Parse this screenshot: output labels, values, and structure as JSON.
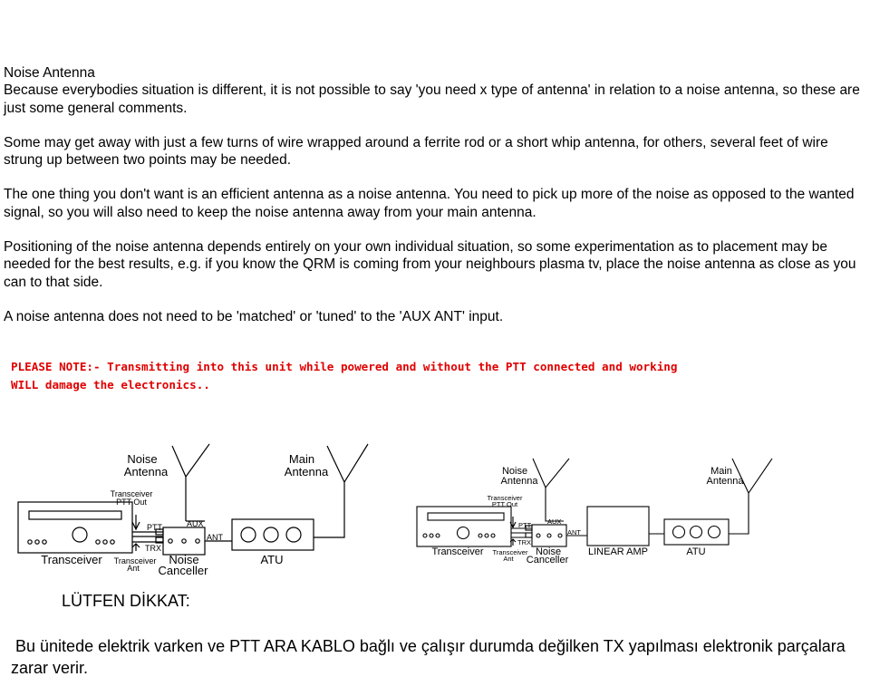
{
  "document": {
    "title": "Noise Antenna",
    "paragraphs": [
      "Because everybodies situation is different, it is not possible to say 'you need x type of antenna' in relation to a noise antenna, so these are just some general comments.",
      "Some may get away with just a few turns of wire wrapped around a ferrite rod or a short whip antenna, for others, several feet of wire strung up between two points may be needed.",
      "The one thing you don't want is an efficient antenna as a noise antenna. You need to pick up more of the noise as opposed to the wanted signal, so you will also need to keep the noise antenna away from your main antenna.",
      "Positioning of the noise antenna depends entirely on your own individual situation, so some experimentation as to placement may be needed for the best results, e.g. if you know the QRM is coming from your neighbours plasma tv, place the noise antenna as close as you can to that side.",
      "A noise antenna does not need to be 'matched' or 'tuned' to the 'AUX ANT' input."
    ]
  },
  "warning": "PLEASE NOTE:- Transmitting into this unit while powered and without the PTT connected and working WILL damage the electronics..",
  "diagram_left": {
    "noise_antenna_1": "Noise",
    "noise_antenna_2": "Antenna",
    "main_antenna_1": "Main",
    "main_antenna_2": "Antenna",
    "ptt_out_1": "Transceiver",
    "ptt_out_2": "PTT Out",
    "ptt": "PTT",
    "aux": "AUX",
    "ant": "ANT",
    "trx": "TRX",
    "transceiver": "Transceiver",
    "trx_ant_1": "Transceiver",
    "trx_ant_2": "Ant",
    "canceller_1": "Noise",
    "canceller_2": "Canceller",
    "atu": "ATU"
  },
  "diagram_right": {
    "noise_antenna_1": "Noise",
    "noise_antenna_2": "Antenna",
    "main_antenna_1": "Main",
    "main_antenna_2": "Antenna",
    "ptt_out_1": "Transceiver",
    "ptt_out_2": "PTT Out",
    "ptt": "PTT",
    "aux": "AUX",
    "ant": "ANT",
    "trx": "TRX",
    "transceiver": "Transceiver",
    "trx_ant_1": "Transceiver",
    "trx_ant_2": "Ant",
    "canceller_1": "Noise",
    "canceller_2": "Canceller",
    "linear_amp": "LINEAR AMP",
    "atu": "ATU"
  },
  "turkish": {
    "heading": "LÜTFEN DİKKAT:",
    "text": "Bu ünitede elektrik varken ve PTT ARA KABLO  bağlı ve çalışır durumda değilken TX yapılması elektronik parçalara zarar verir."
  },
  "colors": {
    "warning": "#e00000",
    "text": "#000000"
  }
}
